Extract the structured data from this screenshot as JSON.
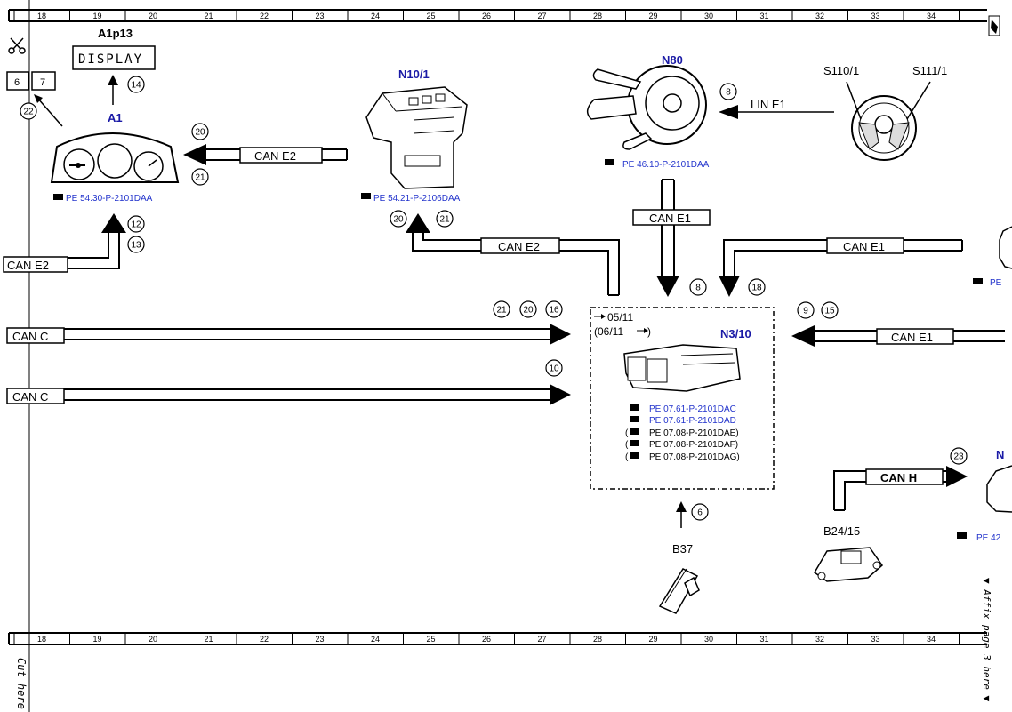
{
  "ruler": {
    "top_numbers": [
      "18",
      "19",
      "20",
      "21",
      "22",
      "23",
      "24",
      "25",
      "26",
      "27",
      "28",
      "29",
      "30",
      "31",
      "32",
      "33",
      "34"
    ],
    "bottom_numbers": [
      "18",
      "19",
      "20",
      "21",
      "22",
      "23",
      "24",
      "25",
      "26",
      "27",
      "28",
      "29",
      "30",
      "31",
      "32",
      "33",
      "34"
    ]
  },
  "side": {
    "cut_here": "Cut here",
    "affix": "▼ Affix page 3 here ▼",
    "box_a": "6",
    "box_b": "7",
    "scissors_icon": "scissors-icon"
  },
  "components": {
    "a1p13": "A1p13",
    "display": "DISPLAY",
    "a1": "A1",
    "n10_1": "N10/1",
    "n80": "N80",
    "s110_1": "S110/1",
    "s111_1": "S111/1",
    "n3_10": "N3/10",
    "b37": "B37",
    "b24_15": "B24/15",
    "n_partial": "N"
  },
  "refs": {
    "a1_ref": "PE 54.30-P-2101DAA",
    "n10_ref": "PE 54.21-P-2106DAA",
    "n80_ref": "PE 46.10-P-2101DAA",
    "right_ref": "PE",
    "n3_ref1": "PE 07.61-P-2101DAC",
    "n3_ref2": "PE 07.61-P-2101DAD",
    "n3_ref3": "PE 07.08-P-2101DAE)",
    "n3_ref4": "PE 07.08-P-2101DAF)",
    "n3_ref5": "PE 07.08-P-2101DAG)",
    "paren": "(",
    "h_ref": "PE 42"
  },
  "buses": {
    "can_e2_top": "CAN E2",
    "can_e2_left": "CAN E2",
    "can_e2_mid": "CAN E2",
    "can_e1_v": "CAN E1",
    "can_e1_top_right": "CAN E1",
    "can_e1_right": "CAN E1",
    "lin_e1": "LIN E1",
    "can_c1": "CAN C",
    "can_c2": "CAN C",
    "can_h": "CAN H"
  },
  "notes": {
    "from_date": "05/11",
    "until_date": "(06/11",
    "close_paren": ")"
  },
  "circles": {
    "c14": "14",
    "c22": "22",
    "c20a": "20",
    "c21a": "21",
    "c12": "12",
    "c13": "13",
    "c20b": "20",
    "c21b": "21",
    "c8a": "8",
    "c8b": "8",
    "c18": "18",
    "c21c": "21",
    "c20c": "20",
    "c16": "16",
    "c10": "10",
    "c9": "9",
    "c15": "15",
    "c6": "6",
    "c23": "23"
  }
}
